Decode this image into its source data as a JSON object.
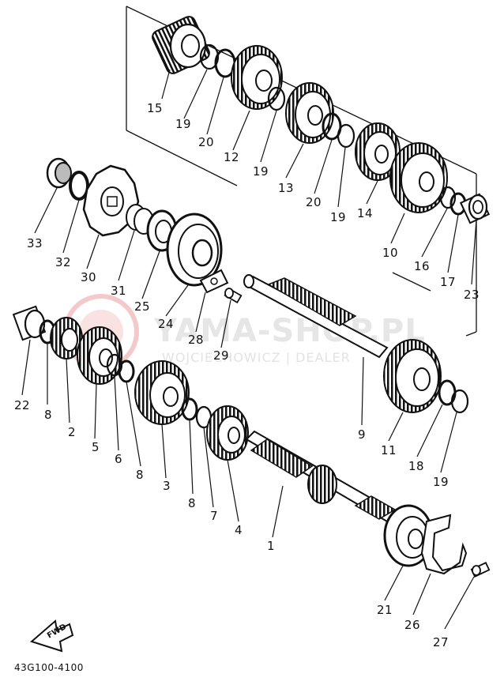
{
  "watermark": {
    "title": "YAMA-SHOP.PL",
    "subtitle": "WOJCIECHOWICZ | DEALER"
  },
  "diagram_code": "43G100-4100",
  "fwd_label": "FWD",
  "part_labels": [
    "15",
    "19",
    "20",
    "12",
    "19",
    "13",
    "20",
    "19",
    "14",
    "10",
    "16",
    "17",
    "23",
    "33",
    "32",
    "30",
    "31",
    "25",
    "24",
    "28",
    "29",
    "22",
    "8",
    "2",
    "5",
    "6",
    "8",
    "3",
    "8",
    "7",
    "4",
    "1",
    "9",
    "11",
    "18",
    "19",
    "21",
    "26",
    "27"
  ]
}
